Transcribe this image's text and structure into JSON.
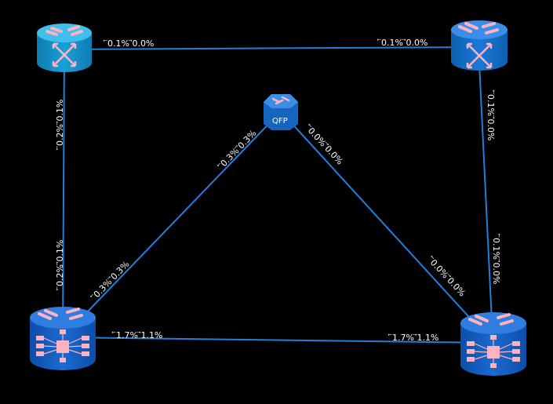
{
  "colors": {
    "background": "#000000",
    "link": "#1f7fe0",
    "switch_body": "#1590c8",
    "router_body": "#1565c0",
    "icon_pink": "#ffb3c1"
  },
  "nodes": {
    "switch_tl": {
      "icon": "switch-icon"
    },
    "switch_tr": {
      "icon": "switch-icon"
    },
    "router_bl": {
      "icon": "router-icon"
    },
    "router_br": {
      "icon": "router-icon"
    },
    "qfp": {
      "icon": "qfp-icon",
      "label": "QFP"
    }
  },
  "links": {
    "top": {
      "end_a": "⃖0.1% ⃗0.0%",
      "end_b": "⃖0.1% ⃗0.0%"
    },
    "left": {
      "end_a": "⃖0.2% ⃗0.1%",
      "end_b": "⃖0.2% ⃗0.1%"
    },
    "right": {
      "end_a": "⃖0.1% ⃗0.0%",
      "end_b": "⃖0.1% ⃗0.0%"
    },
    "bottom": {
      "end_a": "⃖1.7% ⃗1.1%",
      "end_b": "⃖1.7% ⃗1.1%"
    },
    "qfp_bl": {
      "end_a": "⃖0.3% ⃗0.3%",
      "end_b": "⃖0.3% ⃗0.3%"
    },
    "qfp_br": {
      "end_a": "⃖0.0% ⃗0.0%",
      "end_b": "⃖0.0% ⃗0.0%"
    }
  }
}
